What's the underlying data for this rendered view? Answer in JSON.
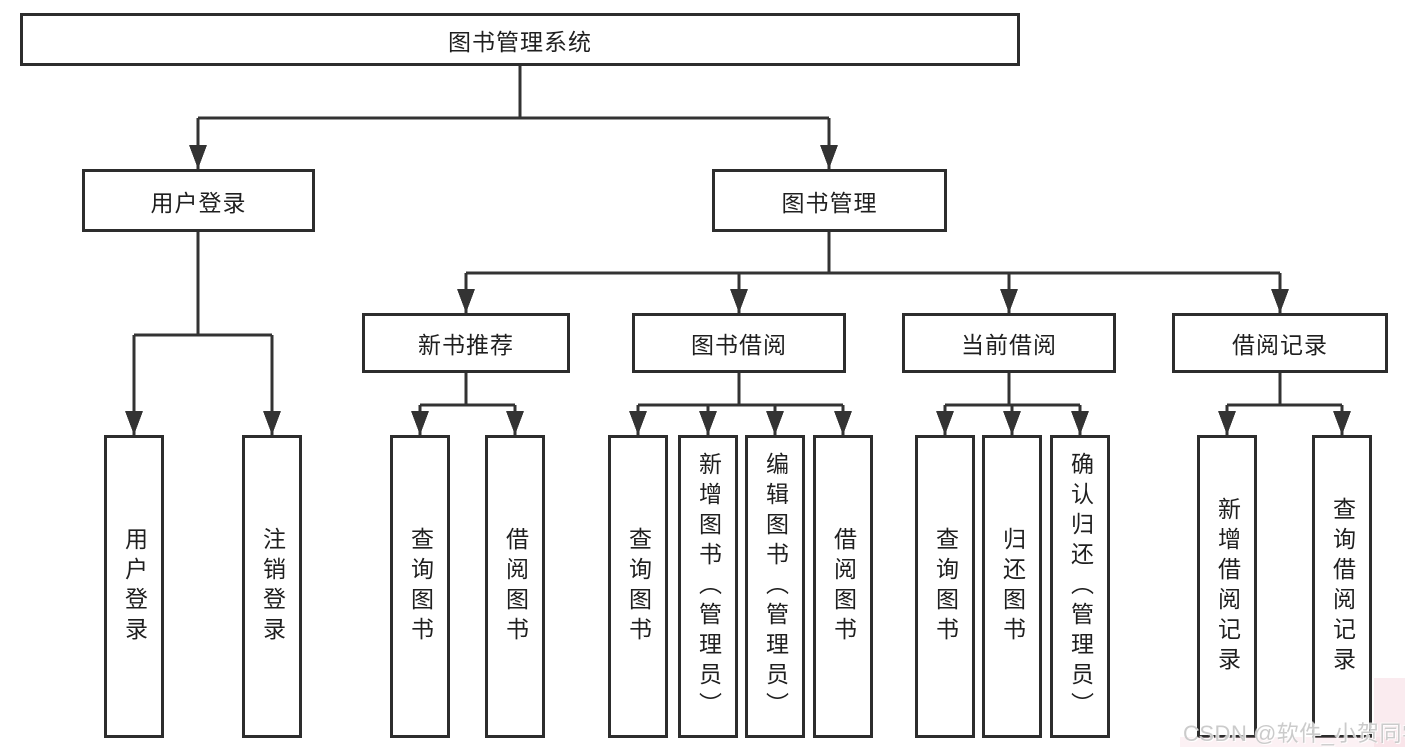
{
  "tree": {
    "label": "图书管理系统",
    "children": [
      {
        "label": "用户登录",
        "children": [
          {
            "label": "用户登录"
          },
          {
            "label": "注销登录"
          }
        ]
      },
      {
        "label": "图书管理",
        "children": [
          {
            "label": "新书推荐",
            "children": [
              {
                "label": "查询图书"
              },
              {
                "label": "借阅图书"
              }
            ]
          },
          {
            "label": "图书借阅",
            "children": [
              {
                "label": "查询图书"
              },
              {
                "label": "新增图书（管理员）"
              },
              {
                "label": "编辑图书（管理员）"
              },
              {
                "label": "借阅图书"
              }
            ]
          },
          {
            "label": "当前借阅",
            "children": [
              {
                "label": "查询图书"
              },
              {
                "label": "归还图书"
              },
              {
                "label": "确认归还（管理员）"
              }
            ]
          },
          {
            "label": "借阅记录",
            "children": [
              {
                "label": "新增借阅记录"
              },
              {
                "label": "查询借阅记录"
              }
            ]
          }
        ]
      }
    ]
  },
  "watermark": {
    "text": "CSDN @软件_小贺同学"
  },
  "colors": {
    "line": "#333333",
    "box_border": "#2d2d2d",
    "text": "#1f1f1f",
    "watermark_text": "#cbcbcb",
    "watermark_tint": "#f6d8df",
    "background": "#ffffff"
  }
}
